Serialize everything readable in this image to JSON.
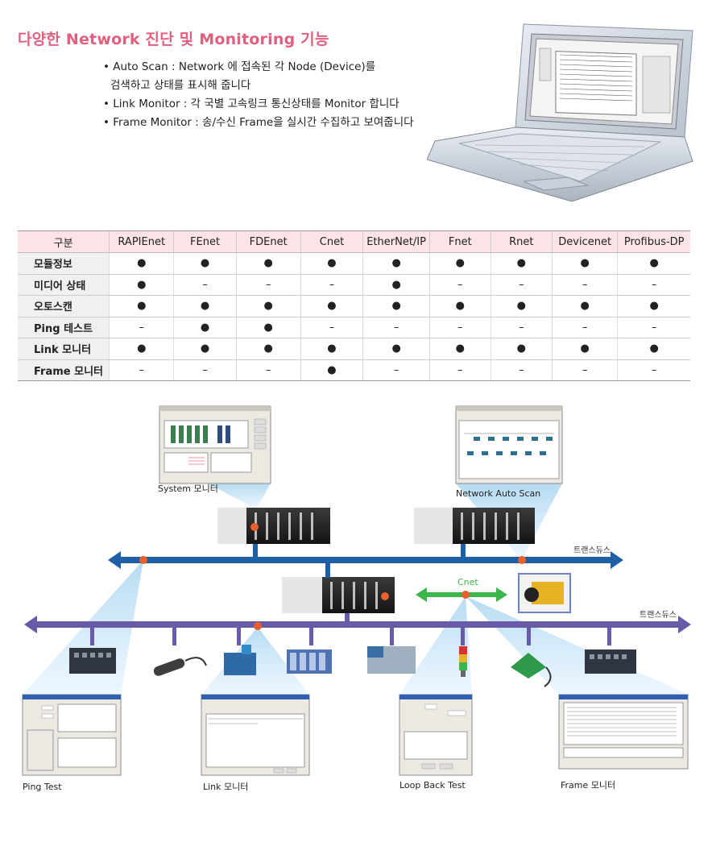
{
  "header": {
    "title": "다양한 Network 진단 및 Monitoring 기능",
    "bullets": [
      "• Auto Scan : Network 에 접속된 각 Node (Device)를",
      "검색하고 상태를 표시해 줍니다",
      "• Link Monitor : 각 국별 고속링크 통신상태를 Monitor 합니다",
      "• Frame Monitor : 송/수신 Frame을 실시간 수집하고 보여줍니다"
    ]
  },
  "table": {
    "columns": [
      "구분",
      "RAPIEnet",
      "FEnet",
      "FDEnet",
      "Cnet",
      "EtherNet/IP",
      "Fnet",
      "Rnet",
      "Devicenet",
      "Profibus-DP"
    ],
    "rows": [
      {
        "label": "모듈정보",
        "cells": [
          "●",
          "●",
          "●",
          "●",
          "●",
          "●",
          "●",
          "●",
          "●"
        ]
      },
      {
        "label": "미디어 상태",
        "cells": [
          "●",
          "–",
          "–",
          "–",
          "●",
          "–",
          "–",
          "–",
          "–"
        ]
      },
      {
        "label": "오토스캔",
        "cells": [
          "●",
          "●",
          "●",
          "●",
          "●",
          "●",
          "●",
          "●",
          "●"
        ]
      },
      {
        "label": "Ping 테스트",
        "cells": [
          "–",
          "●",
          "●",
          "–",
          "–",
          "–",
          "–",
          "–",
          "–"
        ]
      },
      {
        "label": "Link 모니터",
        "cells": [
          "●",
          "●",
          "●",
          "●",
          "●",
          "●",
          "●",
          "●",
          "●"
        ]
      },
      {
        "label": "Frame 모니터",
        "cells": [
          "–",
          "–",
          "–",
          "●",
          "–",
          "–",
          "–",
          "–",
          "–"
        ]
      }
    ]
  },
  "diagram": {
    "captions": {
      "system_monitor": "System 모니터",
      "network_auto_scan": "Network Auto Scan",
      "ping_test": "Ping Test",
      "link_monitor": "Link 모니터",
      "loop_back_test": "Loop Back Test",
      "frame_monitor": "Frame 모니터"
    },
    "labels": {
      "bus_top": "트랜스듀스",
      "bus_bottom": "트랜스듀스",
      "cnet": "Cnet"
    }
  },
  "colors": {
    "title": "#e0607e",
    "table_header": "#fbe3e6",
    "bus_blue": "#1f5fa8",
    "bus_purple": "#6a5ba8",
    "cnet_green": "#3cb54a",
    "node_orange": "#e8602c",
    "beam": "#a9d4ef"
  }
}
